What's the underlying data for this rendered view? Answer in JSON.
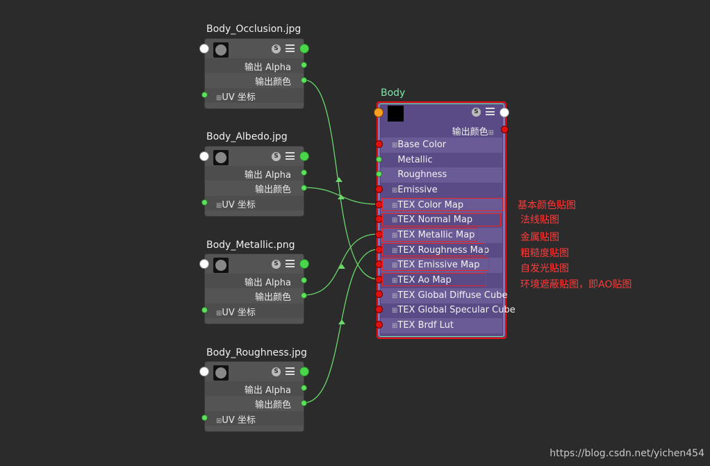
{
  "texture_nodes": [
    {
      "title": "Body_Occlusion.jpg",
      "out_alpha": "输出 Alpha",
      "out_color": "输出颜色",
      "uv": "UV 坐标"
    },
    {
      "title": "Body_Albedo.jpg",
      "out_alpha": "输出 Alpha",
      "out_color": "输出颜色",
      "uv": "UV 坐标"
    },
    {
      "title": "Body_Metallic.png",
      "out_alpha": "输出 Alpha",
      "out_color": "输出颜色",
      "uv": "UV 坐标"
    },
    {
      "title": "Body_Roughness.jpg",
      "out_alpha": "输出 Alpha",
      "out_color": "输出颜色",
      "uv": "UV 坐标"
    }
  ],
  "body_node": {
    "title": "Body",
    "out_color": "输出颜色",
    "inputs": [
      "Base Color",
      "Metallic",
      "Roughness",
      "Emissive",
      "TEX Color Map",
      "TEX Normal Map",
      "TEX Metallic Map",
      "TEX Roughness Map",
      "TEX Emissive Map",
      "TEX Ao Map",
      "TEX Global Diffuse Cube",
      "TEX Global Specular Cube",
      "TEX Brdf Lut"
    ]
  },
  "annotations": [
    "基本颜色贴图",
    "法线贴图",
    "金属贴图",
    "粗糙度贴图",
    "自发光贴图",
    "环境遮蔽贴图，即AO贴图"
  ],
  "watermark": "https://blog.csdn.net/yichen454",
  "colors": {
    "wire": "#6bd96b",
    "highlight": "#ee2222",
    "annotation": "#ff3b3b",
    "body_bg": "#5a4a86"
  }
}
